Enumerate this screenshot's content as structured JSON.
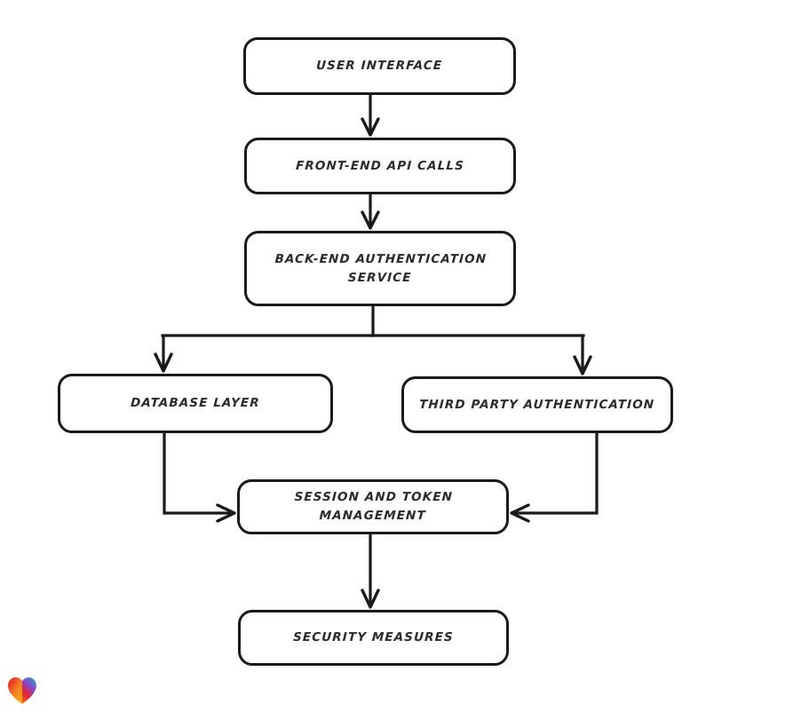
{
  "diagram": {
    "type": "flowchart",
    "orientation": "top-down",
    "background_color": "#ffffff",
    "stroke_color": "#1a1a1a",
    "text_color": "#2b2b2b",
    "style": "hand-drawn",
    "nodes": [
      {
        "id": "user-interface",
        "label": "User Interface",
        "shape": "rounded-rectangle"
      },
      {
        "id": "frontend-api",
        "label": "Front-end API calls",
        "shape": "rounded-rectangle"
      },
      {
        "id": "backend-auth",
        "label": "Back-end authentication\nservice",
        "shape": "rounded-rectangle"
      },
      {
        "id": "database-layer",
        "label": "Database layer",
        "shape": "rounded-rectangle"
      },
      {
        "id": "third-party-auth",
        "label": "Third party authentication",
        "shape": "rounded-rectangle"
      },
      {
        "id": "session-token",
        "label": "Session and token\nmanagement",
        "shape": "rounded-rectangle"
      },
      {
        "id": "security-measures",
        "label": "Security measures",
        "shape": "rounded-rectangle"
      }
    ],
    "edges": [
      {
        "from": "user-interface",
        "to": "frontend-api",
        "direction": "down",
        "arrow": true
      },
      {
        "from": "frontend-api",
        "to": "backend-auth",
        "direction": "down",
        "arrow": true
      },
      {
        "from": "backend-auth",
        "to": "database-layer",
        "direction": "down",
        "arrow": true
      },
      {
        "from": "backend-auth",
        "to": "third-party-auth",
        "direction": "down",
        "arrow": true
      },
      {
        "from": "database-layer",
        "to": "session-token",
        "direction": "right",
        "arrow": true
      },
      {
        "from": "third-party-auth",
        "to": "session-token",
        "direction": "left",
        "arrow": true
      },
      {
        "from": "session-token",
        "to": "security-measures",
        "direction": "down",
        "arrow": true
      }
    ]
  },
  "brand": {
    "logo_name": "heart-logo",
    "gradient_from": "#e8212c",
    "gradient_mid": "#f58220",
    "gradient_to": "#2f8fe0"
  }
}
